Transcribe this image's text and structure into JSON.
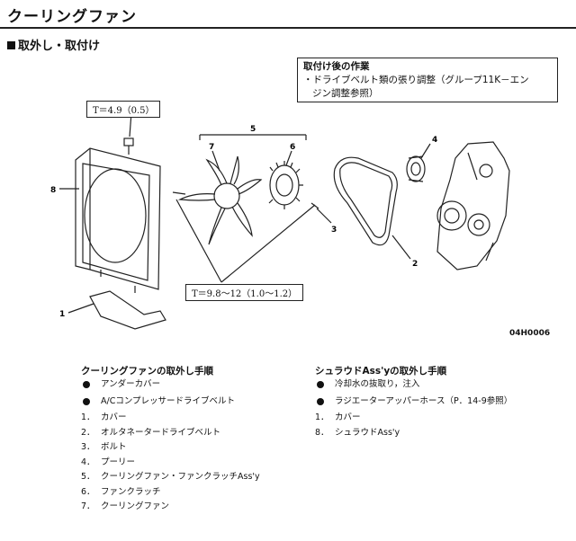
{
  "page": {
    "title": "クーリングファン",
    "section": "取外し・取付け"
  },
  "after_box": {
    "heading": "取付け後の作業",
    "line1": "・ドライブベルト類の張り調整（グループ11K－エン",
    "line2": "ジン調整参照）"
  },
  "figure": {
    "torque_top": "T＝4.9（0.5）",
    "torque_bottom": "T＝9.8～12（1.0～1.2）",
    "code": "04H0006",
    "callouts": {
      "c1": "1",
      "c2": "2",
      "c3": "3",
      "c4": "4",
      "c5": "5",
      "c6": "6",
      "c7": "7",
      "c8": "8"
    }
  },
  "procedure_left": {
    "title": "クーリングファンの取外し手順",
    "steps": [
      {
        "marker": "●",
        "label": "アンダーカバー"
      },
      {
        "marker": "●",
        "label": "A/Cコンプレッサードライブベルト"
      },
      {
        "marker": "1．",
        "label": "カバー"
      },
      {
        "marker": "2．",
        "label": "オルタネータードライブベルト"
      },
      {
        "marker": "3．",
        "label": "ボルト"
      },
      {
        "marker": "4．",
        "label": "プーリー"
      },
      {
        "marker": "5．",
        "label": "クーリングファン・ファンクラッチAss'y"
      },
      {
        "marker": "6．",
        "label": "ファンクラッチ"
      },
      {
        "marker": "7．",
        "label": "クーリングファン"
      }
    ]
  },
  "procedure_right": {
    "title": "シュラウドAss'yの取外し手順",
    "steps": [
      {
        "marker": "●",
        "label": "冷却水の抜取り，注入"
      },
      {
        "marker": "●",
        "label": "ラジエーターアッパーホース（P．14-9参照）"
      },
      {
        "marker": "1．",
        "label": "カバー"
      },
      {
        "marker": "8．",
        "label": "シュラウドAss'y"
      }
    ]
  }
}
